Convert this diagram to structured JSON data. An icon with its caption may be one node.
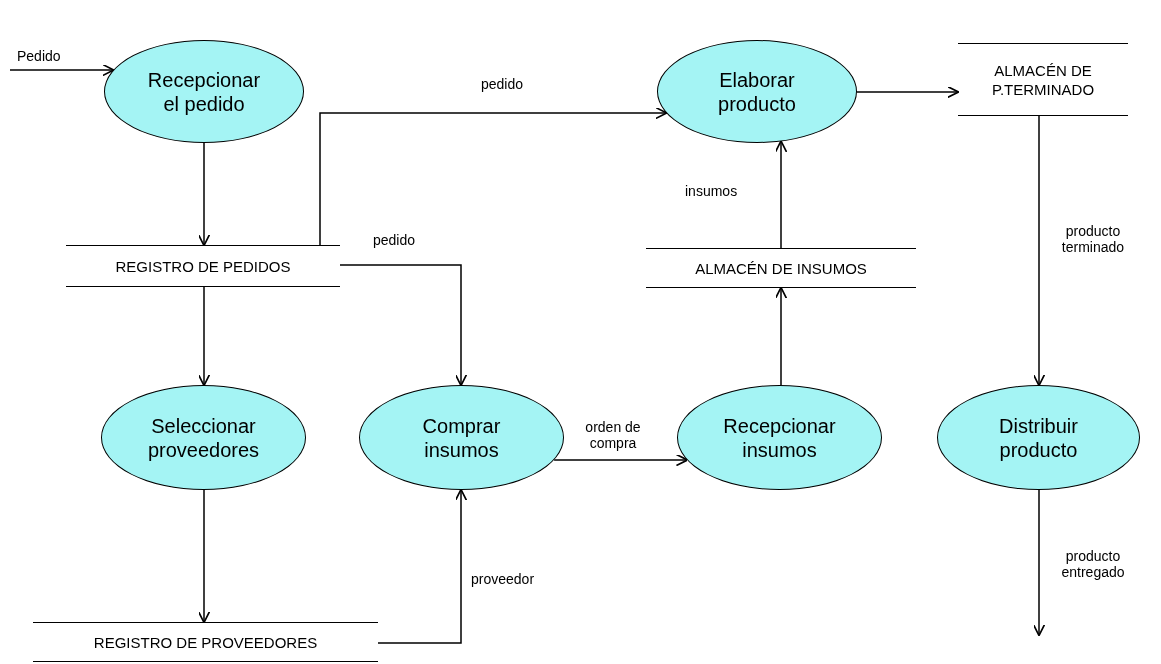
{
  "diagram": {
    "nodes": [
      {
        "text": [
          "Recepcionar el pedido"
        ]
      },
      {
        "text": [
          "Elaborar producto"
        ]
      },
      {
        "text": [
          "ALMACÉN DE P.TERMINADO"
        ]
      },
      {
        "text": [
          "REGISTRO DE PEDIDOS"
        ]
      },
      {
        "text": [
          "ALMACÉN DE INSUMOS"
        ]
      },
      {
        "text": [
          "Seleccionar proveedores"
        ]
      },
      {
        "text": [
          "Comprar insumos"
        ]
      },
      {
        "text": [
          "Recepcionar insumos"
        ]
      },
      {
        "text": [
          "Distribuir producto"
        ]
      },
      {
        "text": [
          "REGISTRO DE PROVEEDORES"
        ]
      }
    ],
    "edges": [
      {
        "from": null,
        "to": 0,
        "arrow": "to",
        "label": "Pedido"
      },
      {
        "from": 0,
        "to": 3,
        "arrow": "to"
      },
      {
        "from": 3,
        "to": 1,
        "arrow": "to",
        "label": "pedido"
      },
      {
        "from": 3,
        "to": 6,
        "arrow": "to",
        "label": "pedido"
      },
      {
        "from": 3,
        "to": 5,
        "arrow": "to"
      },
      {
        "from": 5,
        "to": 9,
        "arrow": "to"
      },
      {
        "from": 9,
        "to": 6,
        "arrow": "to",
        "label": "proveedor"
      },
      {
        "from": 6,
        "to": 7,
        "arrow": "to",
        "label": "orden de compra"
      },
      {
        "from": 7,
        "to": 4,
        "arrow": "to"
      },
      {
        "from": 4,
        "to": 1,
        "arrow": "to",
        "label": "insumos"
      },
      {
        "from": 1,
        "to": 2,
        "arrow": "to"
      },
      {
        "from": 2,
        "to": 8,
        "arrow": "to",
        "label": "producto terminado"
      },
      {
        "from": 8,
        "to": null,
        "arrow": "to",
        "label": "producto entregado"
      }
    ]
  }
}
